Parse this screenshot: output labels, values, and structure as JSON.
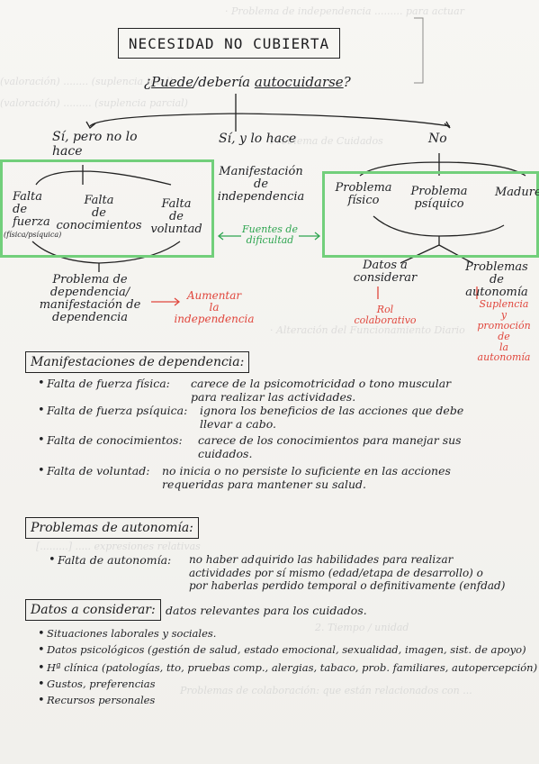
{
  "title": "NECESIDAD NO CUBIERTA",
  "question": {
    "prefix": "¿",
    "puede": "Puede",
    "deberia": "/debería",
    "auto": "autocuidarse",
    "suffix": "?"
  },
  "branches": {
    "yes_no": "Sí, pero no lo hace",
    "yes_yes": "Sí, y lo hace",
    "no": "No"
  },
  "left_box": {
    "fuerza": "Falta\nde\nfuerza",
    "fuerza_sub": "(física/psíquica)",
    "conocimiento": "Falta\nde\nconocimientos",
    "voluntad": "Falta\nde\nvoluntad"
  },
  "manifestacion": "Manifestación\nde\nindependencia",
  "fuentes": "Fuentes de\ndificultad",
  "right_box": {
    "fisico": "Problema\nfísico",
    "psiquico": "Problema\npsíquico",
    "madurez": "Madurez"
  },
  "problema_dependencia": "Problema de\ndependencia/\nmanifestación de\ndependencia",
  "aumentar": "Aumentar\nla\nindependencia",
  "datos_considerar": "Datos a\nconsiderar",
  "rol": "Rol\ncolaborativo",
  "problemas_autonomia": "Problemas\nde autonomía",
  "suplencia": "Suplencia\ny\npromoción de\nla autonomía",
  "sec1_title": "Manifestaciones de dependencia:",
  "sec1_items": [
    {
      "label": "Falta de fuerza física:",
      "text": "carece de la psicomotricidad o tono muscular\npara realizar las actividades."
    },
    {
      "label": "Falta de fuerza psíquica:",
      "text": "ignora los beneficios de las acciones que debe\nllevar a cabo."
    },
    {
      "label": "Falta de conocimientos:",
      "text": "carece de los conocimientos para manejar sus\ncuidados."
    },
    {
      "label": "Falta de voluntad:",
      "text": "no inicia o no persiste lo suficiente en las acciones\nrequeridas para mantener su salud."
    }
  ],
  "sec2_title": "Problemas de autonomía:",
  "sec2_items": [
    {
      "label": "Falta de autonomía:",
      "text": "no haber adquirido las habilidades para realizar\nactividades por sí mismo (edad/etapa de desarrollo) o\npor haberlas perdido temporal o definitivamente (enfdad)"
    }
  ],
  "sec3_title": "Datos a considerar:",
  "sec3_intro": "datos relevantes para los cuidados.",
  "sec3_items": [
    "Situaciones laborales y sociales.",
    "Datos psicológicos (gestión de salud, estado emocional, sexualidad, imagen, sist. de apoyo)",
    "Hª clínica (patologías, tto, pruebas comp., alergias, tabaco, prob. familiares, autopercepción)",
    "Gustos, preferencias",
    "Recursos personales"
  ],
  "colors": {
    "ink": "#1f2024",
    "red": "#e0463c",
    "green": "#2fa551",
    "green_box": "#72cf7b"
  }
}
